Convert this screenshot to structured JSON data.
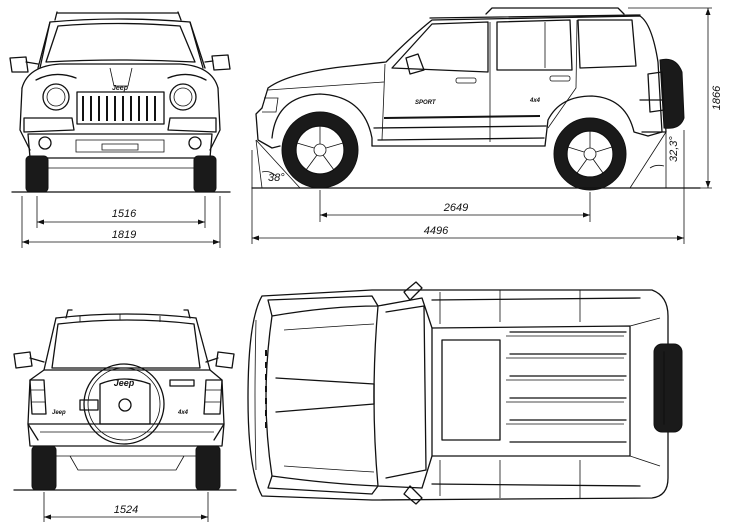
{
  "dimensions": {
    "front_track": "1516",
    "overall_width": "1819",
    "wheelbase": "2649",
    "overall_length": "4496",
    "overall_height": "1866",
    "rear_track": "1524",
    "approach_angle": "38°",
    "departure_angle": "32,3°"
  },
  "badges": {
    "front_grille": "Jeep",
    "spare_cover": "Jeep",
    "rear_left": "Jeep",
    "rear_4x4": "4x4",
    "side_4x4": "4x4",
    "side_model": "SPORT"
  },
  "colors": {
    "ink": "#111111",
    "paper": "#ffffff"
  }
}
